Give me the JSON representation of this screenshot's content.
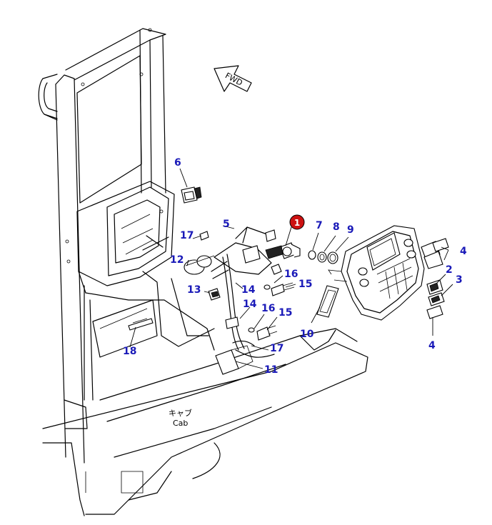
{
  "colors": {
    "callout": "#1a1ab8",
    "highlight": "#cc1111",
    "line": "#000000"
  },
  "fwd_label": "FWD",
  "cab_label_jp": "キャブ",
  "cab_label_en": "Cab",
  "callouts": {
    "c1": "1",
    "c2": "2",
    "c3": "3",
    "c4a": "4",
    "c4b": "4",
    "c5": "5",
    "c6": "6",
    "c7": "7",
    "c8": "8",
    "c9": "9",
    "c10": "10",
    "c11": "11",
    "c12": "12",
    "c13": "13",
    "c14a": "14",
    "c14b": "14",
    "c15a": "15",
    "c15b": "15",
    "c16a": "16",
    "c16b": "16",
    "c17a": "17",
    "c17b": "17",
    "c18": "18"
  }
}
